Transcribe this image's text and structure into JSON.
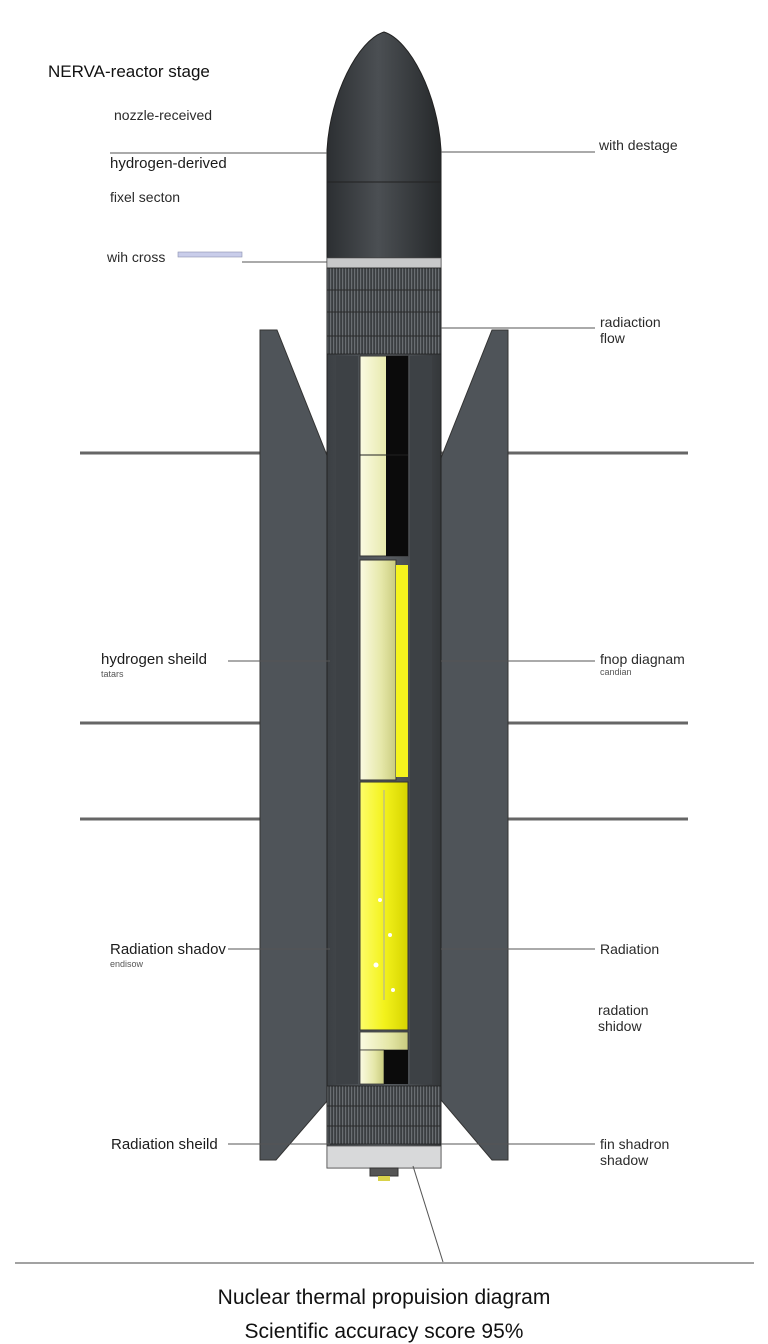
{
  "diagram": {
    "title": "NERVA-reactor stage",
    "left_labels": [
      {
        "text": "nozzle-received"
      },
      {
        "text": "hydrogen-derived"
      },
      {
        "text": "fixel secton"
      },
      {
        "text": "wih cross"
      },
      {
        "text": "hydrogen sheild",
        "sub": "tatars"
      },
      {
        "text": "Radiation shadov",
        "sub": "endisow"
      },
      {
        "text": "Radiation sheild"
      }
    ],
    "right_labels": [
      {
        "text": "with destage"
      },
      {
        "text": "radiaction",
        "text2": "flow"
      },
      {
        "text": "fnop diagnam",
        "sub": "candian"
      },
      {
        "text": "Radiation"
      },
      {
        "text": "radation",
        "text2": "shidow"
      },
      {
        "text": "fin shadron",
        "text2": "shadow"
      }
    ]
  },
  "caption": {
    "line1": "Nuclear thermal propuision diagram",
    "line2": "Scientific accuracy score 95%"
  },
  "colors": {
    "nose": "#3a3d40",
    "body": "#4a4e52",
    "fin": "#4f5459",
    "fuel_pale": "#ecedb8",
    "fuel_yellow": "#f2f020",
    "line": "#555555"
  }
}
